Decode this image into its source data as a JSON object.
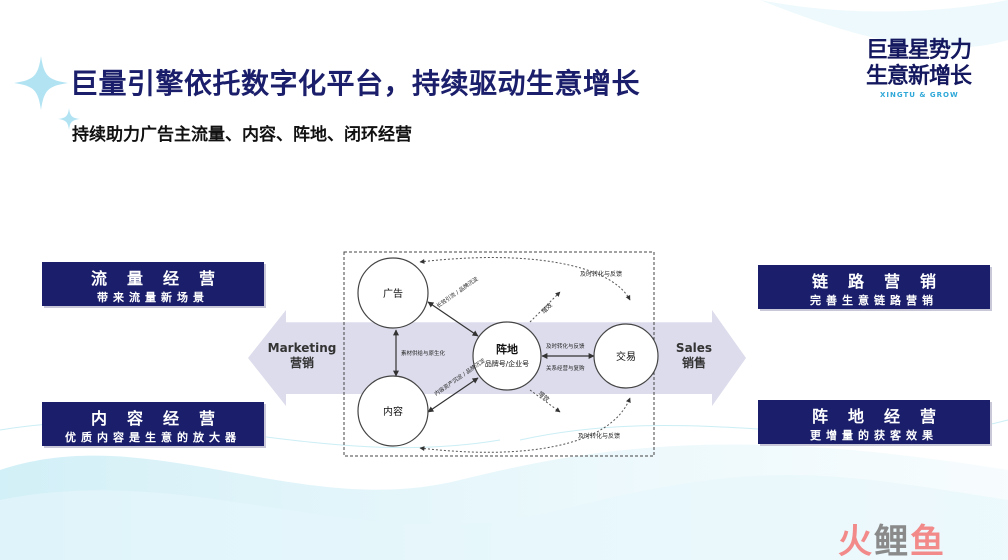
{
  "slide": {
    "title": "巨量引擎依托数字化平台，持续驱动生意增长",
    "subtitle": "持续助力广告主流量、内容、阵地、闭环经营"
  },
  "logo": {
    "line1": "巨量星势力",
    "line2": "生意新增长",
    "sub": "XINGTU & GROW"
  },
  "left_boxes": [
    {
      "heading": "流量经营",
      "sub": "带来流量新场景"
    },
    {
      "heading": "内容经营",
      "sub": "优质内容是生意的放大器"
    }
  ],
  "right_boxes": [
    {
      "heading": "链路营销",
      "sub": "完善生意链路营销"
    },
    {
      "heading": "阵地经营",
      "sub": "更增量的获客效果"
    }
  ],
  "arrow": {
    "left_en": "Marketing",
    "left_cn": "营销",
    "right_en": "Sales",
    "right_cn": "销售"
  },
  "nodes": {
    "ad": "广告",
    "content": "内容",
    "hub": "阵地",
    "hub_sub": "品牌号/企业号",
    "deal": "交易"
  },
  "edge_labels": {
    "top_arc": "及时转化与反馈",
    "bottom_arc": "及时转化与反馈",
    "ad_hub": "长效引流 / 品牌沉淀",
    "content_hub": "内容资产沉淀 / 品牌沉淀",
    "ad_content": "素材供给与原生化",
    "hub_deal_top": "及时转化与反馈",
    "hub_deal_bottom": "关系经营与复购",
    "boost_up": "增效",
    "boost_down": "增效"
  },
  "watermark": {
    "c1": "火",
    "c2": "鲤",
    "c3": "鱼"
  },
  "colors": {
    "navy": "#1b1f6b",
    "band": "#dcdcec",
    "accent": "#2fa8d8"
  }
}
